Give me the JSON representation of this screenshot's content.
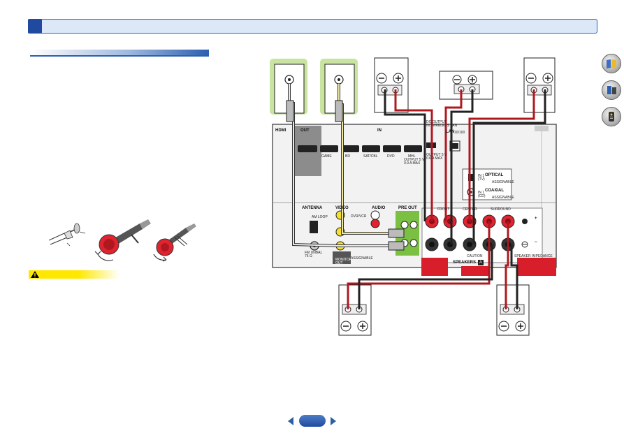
{
  "header": {
    "number": "",
    "title": ""
  },
  "side_icons": [
    {
      "name": "book-icon"
    },
    {
      "name": "tools-icon"
    },
    {
      "name": "remote-icon"
    }
  ],
  "caution": {
    "label": ""
  },
  "receiver": {
    "hdmi_label": "HDMI",
    "out_label": "OUT",
    "in_label": "IN",
    "hdmi_inputs": [
      "GAME",
      "BD",
      "SAT/CBL",
      "DVD",
      "MHL"
    ],
    "mhl_note": "OUTPUT 5 V\n0.9 A MAX",
    "usb_label": "DC OUTPUT\nfor WIRELESS LAN",
    "usb_note": "OUTPUT 5 V\n0.6 A MAX",
    "lan_label": "LAN",
    "lan_sub": "10/100",
    "optical_label": "OPTICAL",
    "optical_sub": "ASSIGNABLE",
    "coaxial_label": "COAXIAL",
    "coaxial_sub": "ASSIGNABLE",
    "tv_label": "IN 1\n(TV)",
    "cd_label": "IN 1\n(CD)",
    "antenna_label": "ANTENNA",
    "am_loop": "AM LOOP",
    "fm_label": "FM UNBAL\n75 Ω",
    "video_label": "VIDEO",
    "audio_label": "AUDIO",
    "dvr_label": "DVR/VCR",
    "assignable": "ASSIGNABLE",
    "monitor_out": "MONITOR\nOUT",
    "preout_label": "PRE OUT",
    "front_label": "FRONT",
    "center_label": "CENTER",
    "surround_label": "SURROUND",
    "speakers_label": "SPEAKERS",
    "speakers_badge": "A",
    "caution_text": "CAUTION",
    "impedance_note": "SPEAKER IMPEDANCE",
    "plus": "+",
    "minus": "−"
  },
  "nav": {
    "page_badge": ""
  },
  "colors": {
    "header_bar": "#dce7f7",
    "header_box": "#1f4aa0",
    "rule_blue": "#2b5fb0",
    "tv_highlight": "#c9e4a0",
    "speaker_red": "#d81e2a",
    "terminal_red": "#e0242f",
    "accent_green": "#7bc043",
    "nav_blue": "#2e5fa3",
    "caution_yellow": "#ffee00"
  }
}
